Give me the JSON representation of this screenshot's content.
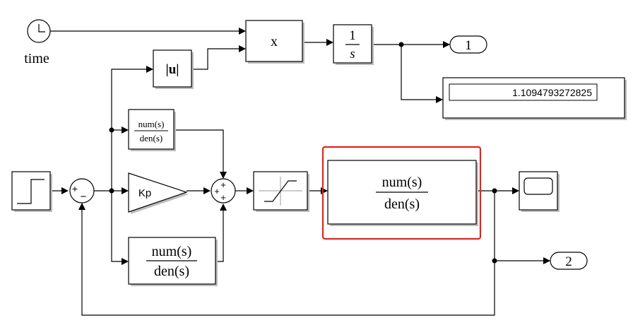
{
  "time_block": {
    "label": "time"
  },
  "product_block": {
    "label": "x"
  },
  "abs_block": {
    "label": "|u|"
  },
  "integrator_block": {
    "numerator": "1",
    "denominator": "s"
  },
  "outport_1": {
    "label": "1"
  },
  "outport_2": {
    "label": "2"
  },
  "display_block": {
    "value": "1.1094793272825"
  },
  "tf_small": {
    "numerator": "num(s)",
    "denominator": "den(s)"
  },
  "gain_block": {
    "label": "Kp"
  },
  "tf_bottom": {
    "numerator": "num(s)",
    "denominator": "den(s)"
  },
  "plant_block": {
    "numerator": "num(s)",
    "denominator": "den(s)",
    "highlight_color": "#e8231b"
  },
  "sum1_block": {
    "signs": [
      "+",
      "−"
    ]
  },
  "sum2_block": {
    "signs": [
      "+",
      "+",
      "+"
    ]
  },
  "colors": {
    "highlight": "#e8231b",
    "line": "#000000",
    "shadow": "#bdbdbd"
  }
}
